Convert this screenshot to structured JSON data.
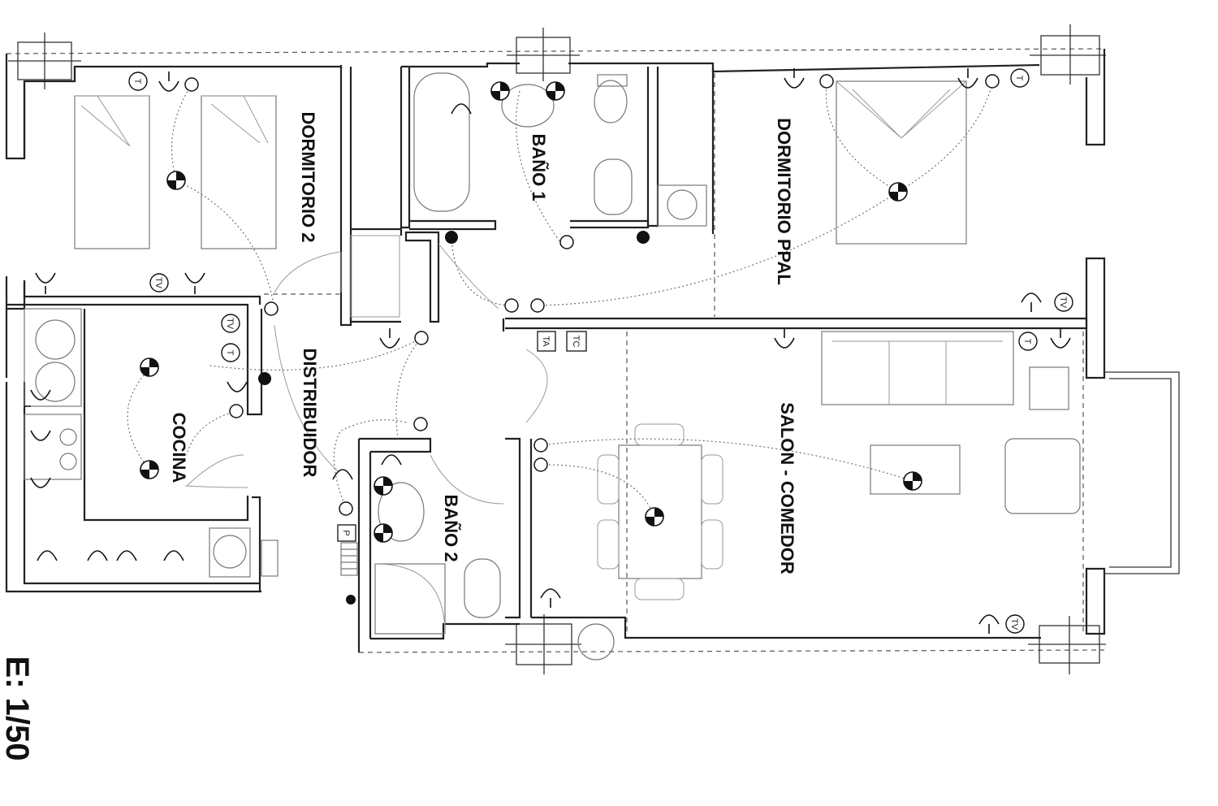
{
  "rooms": {
    "dormitorio2": "DORMITORIO 2",
    "bano1": "BAÑO 1",
    "dormitorio_ppal": "DORMITORIO PPAL",
    "distribuidor": "DISTRIBUIDOR",
    "cocina": "COCINA",
    "bano2": "BAÑO 2",
    "salon": "SALON - COMEDOR"
  },
  "scale": "E: 1/50",
  "symbols": {
    "phone": "T",
    "tv": "TV",
    "panel_tc": "TC",
    "panel_ta": "TA",
    "door_p": "P"
  }
}
